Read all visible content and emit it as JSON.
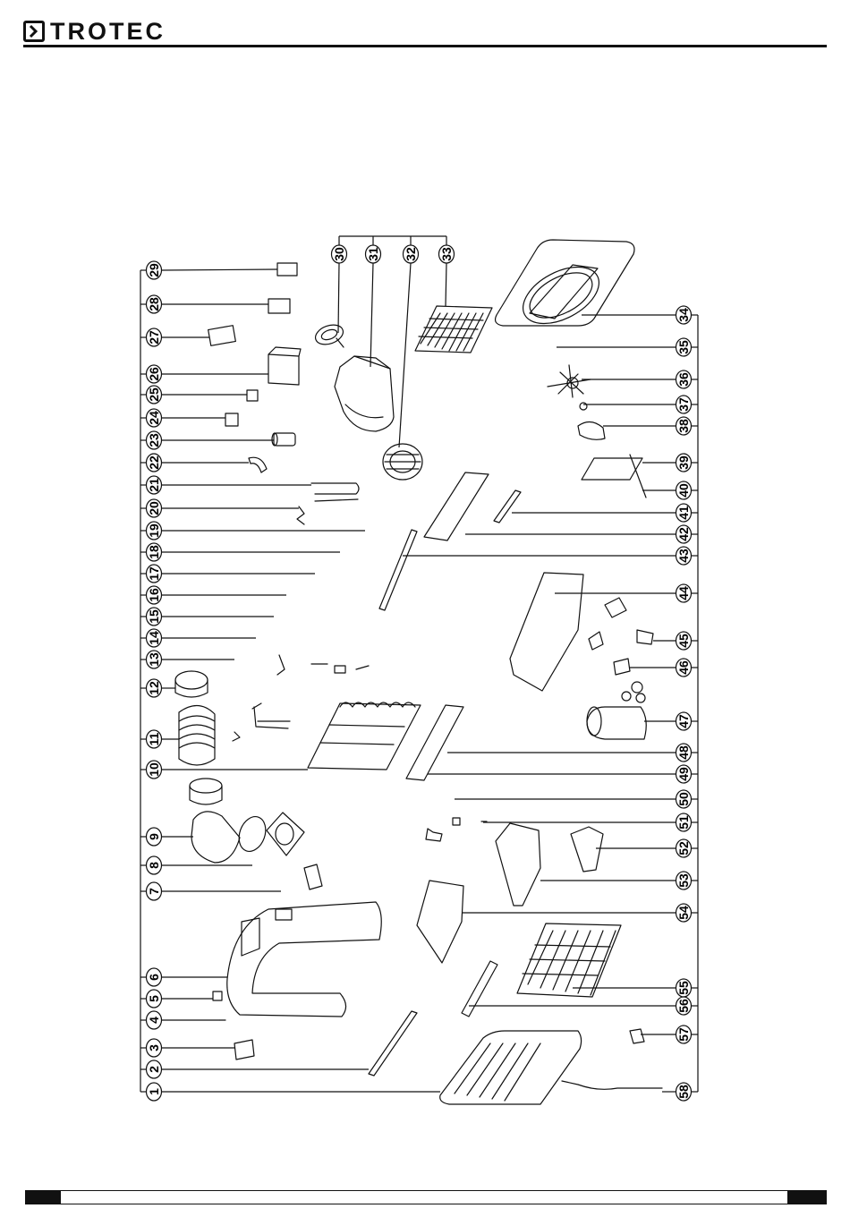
{
  "brand": {
    "name": "TROTEC"
  },
  "diagram": {
    "left_labels": [
      "29",
      "28",
      "27",
      "26",
      "25",
      "24",
      "23",
      "22",
      "21",
      "20",
      "19",
      "18",
      "17",
      "16",
      "15",
      "14",
      "13",
      "12",
      "11",
      "10",
      "9",
      "8",
      "7",
      "6",
      "5",
      "4",
      "3",
      "2",
      "1"
    ],
    "right_labels": [
      "34",
      "35",
      "36",
      "37",
      "38",
      "39",
      "40",
      "41",
      "42",
      "43",
      "44",
      "45",
      "46",
      "47",
      "48",
      "49",
      "50",
      "51",
      "52",
      "53",
      "54",
      "55",
      "56",
      "57",
      "58"
    ],
    "top_labels": [
      "30",
      "31",
      "32",
      "33"
    ]
  }
}
